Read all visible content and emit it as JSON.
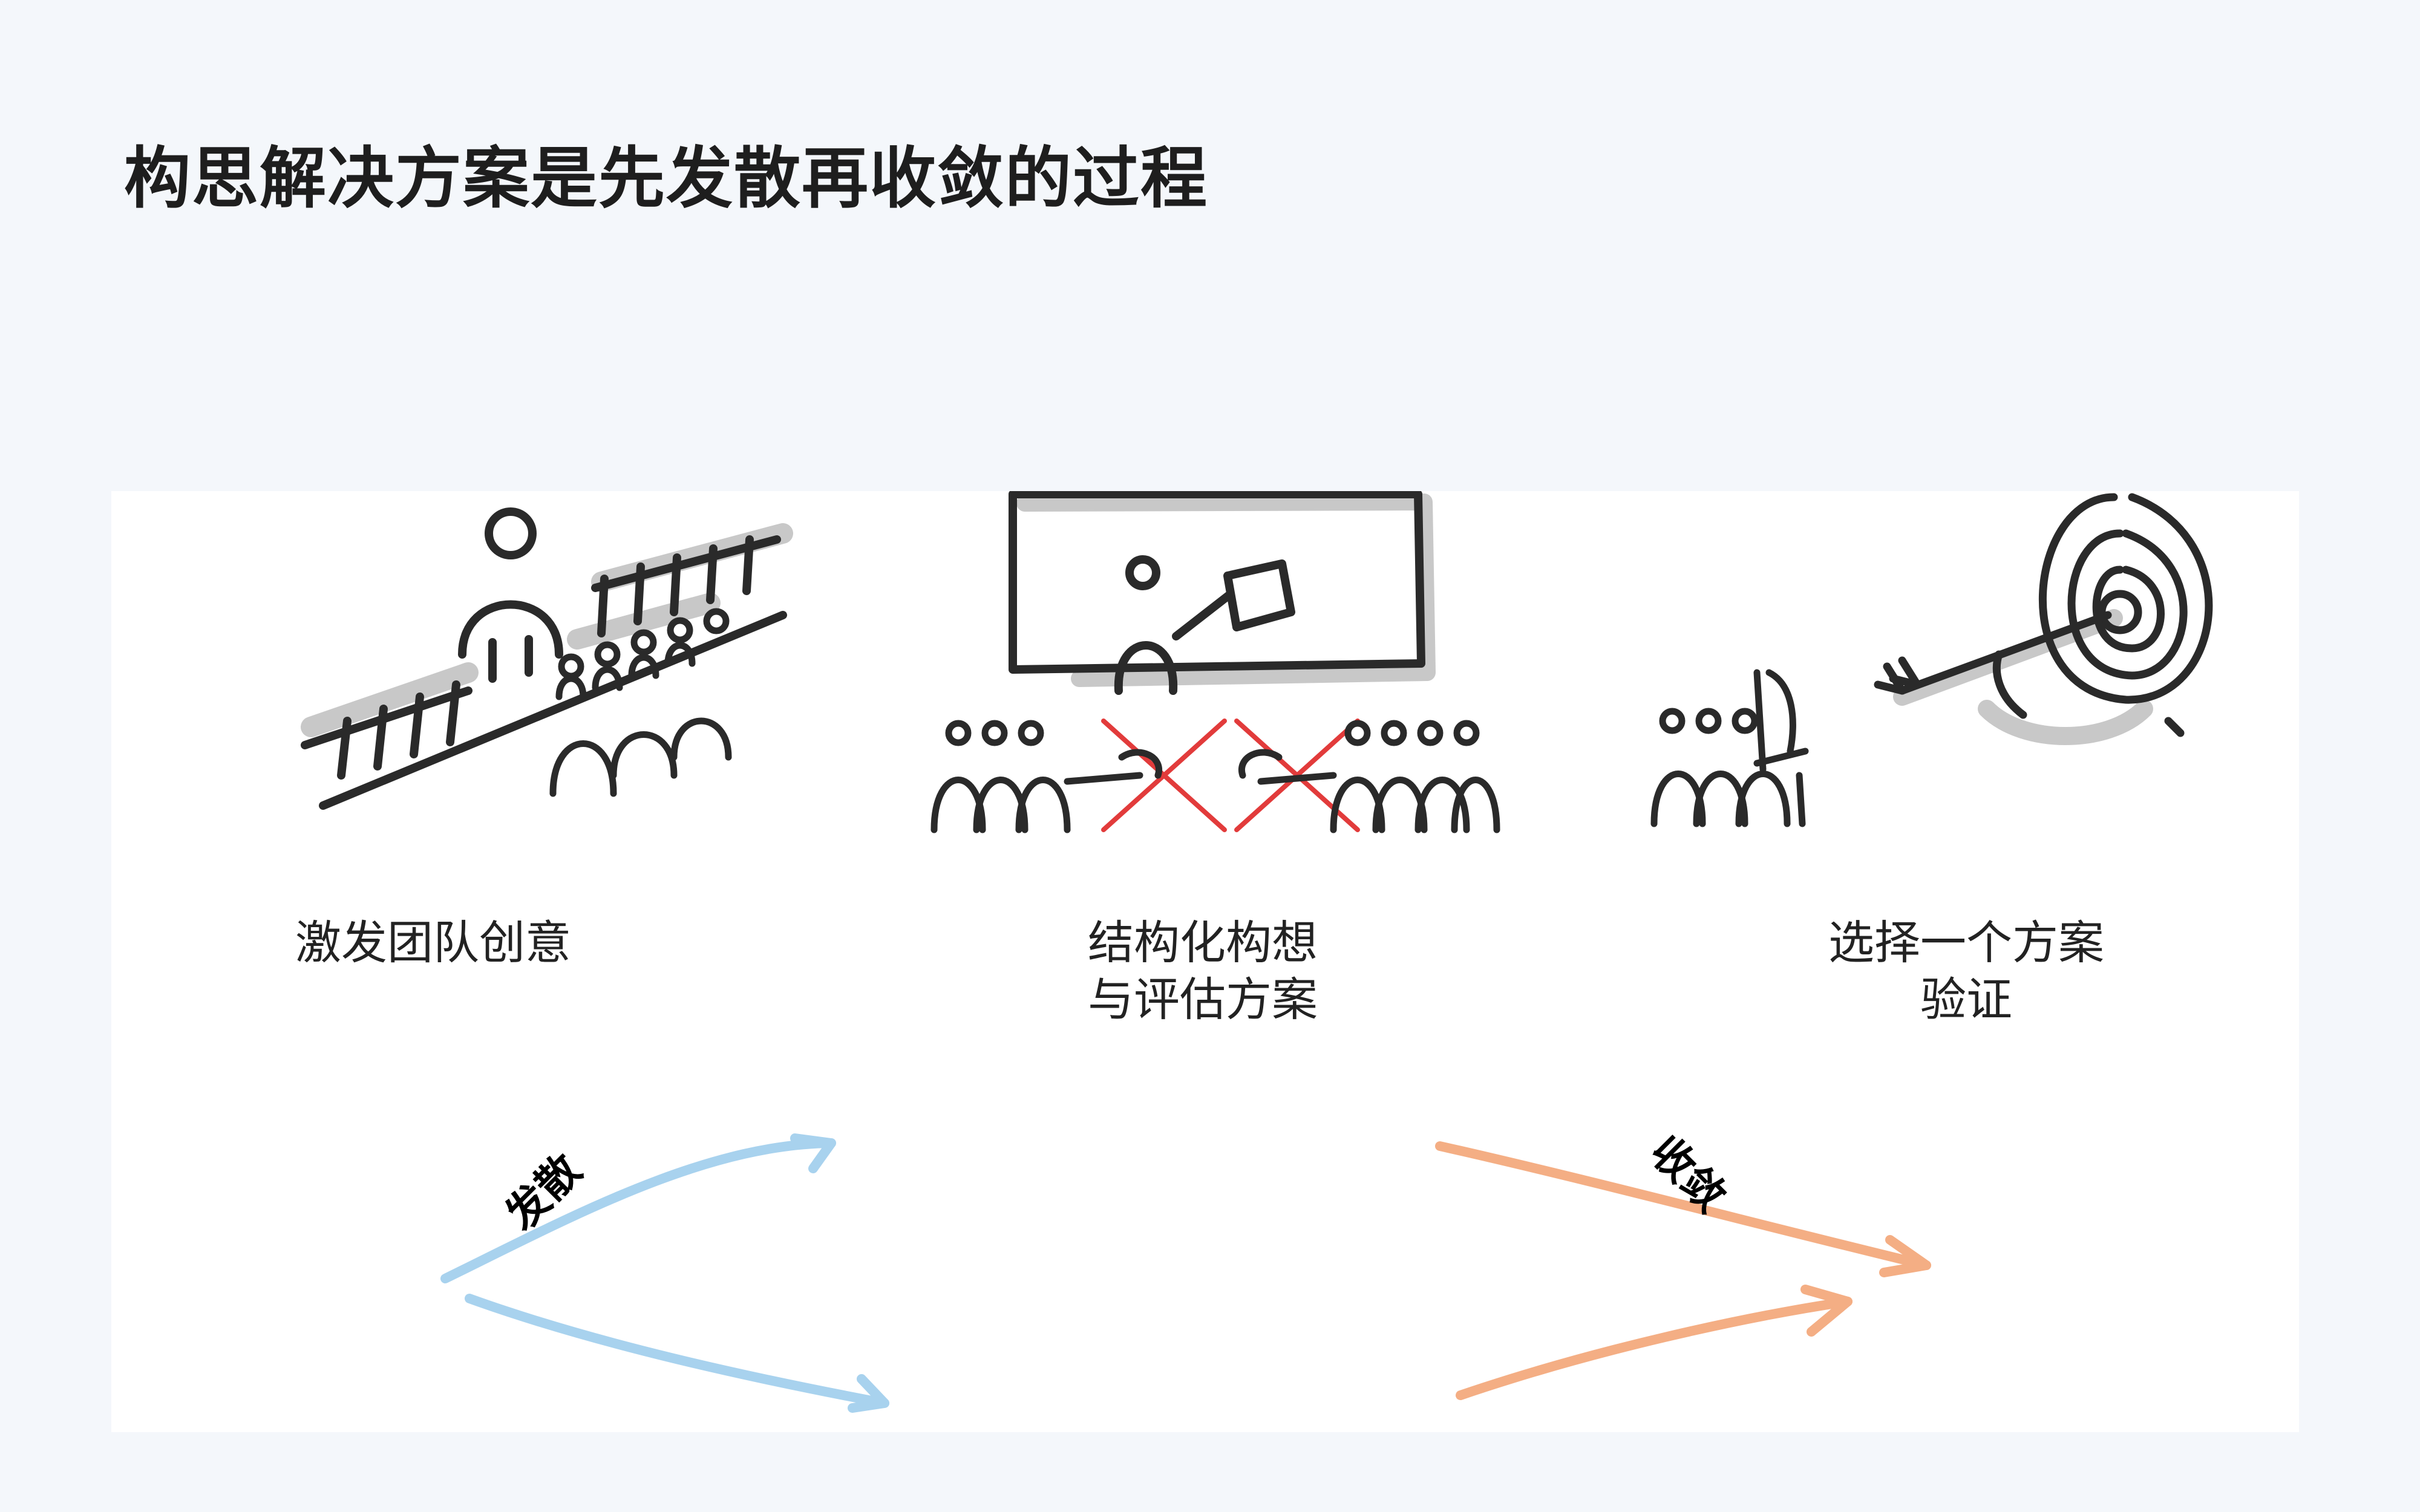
{
  "title": "构思解决方案是先发散再收敛的过程",
  "steps": [
    {
      "icon": "ladder-presenter-icon",
      "line1": "激发团队创意",
      "line2": ""
    },
    {
      "icon": "whiteboard-presentation-icon",
      "line1": "结构化构想",
      "line2": "与评估方案"
    },
    {
      "icon": "arrow-target-icon",
      "line1": "选择一个方案",
      "line2": "验证"
    }
  ],
  "phases": {
    "diverge": {
      "label": "发散",
      "color": "#a8d2ee"
    },
    "converge": {
      "label": "收敛",
      "color": "#f4ae84"
    }
  }
}
